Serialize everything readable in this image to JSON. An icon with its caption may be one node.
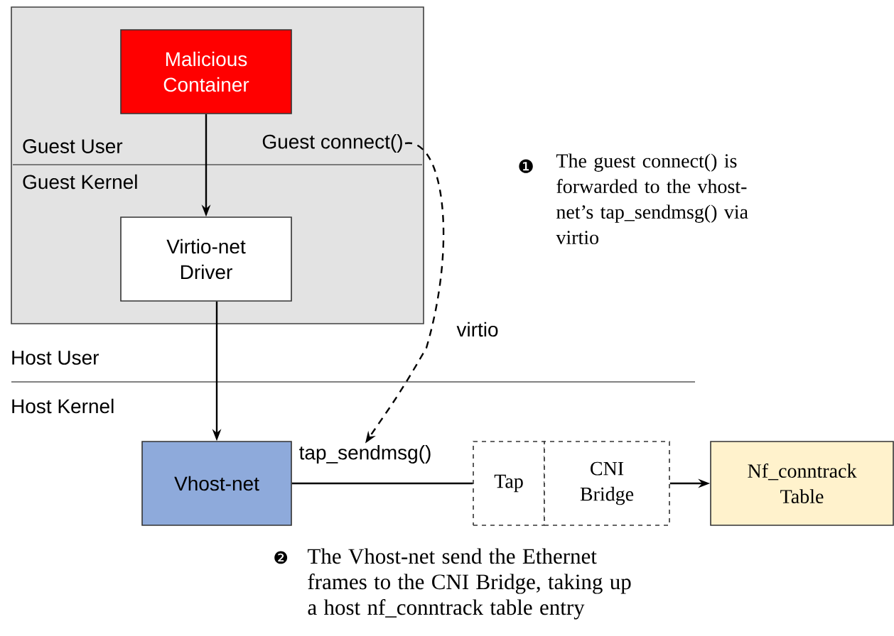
{
  "diagram": {
    "nodes": [
      {
        "text": [
          "Guest User",
          "Guest Kernel"
        ]
      },
      {
        "text": [
          "Malicious Container"
        ],
        "in": 0
      },
      {
        "text": [
          "Virtio-net Driver"
        ],
        "in": 0
      },
      {
        "text": [
          "Guest connect()"
        ],
        "in": 0
      },
      {
        "text": [
          "Vhost-net"
        ]
      },
      {
        "text": [
          "tap_sendmsg()"
        ]
      },
      {
        "text": [
          "Tap"
        ]
      },
      {
        "text": [
          "CNI Bridge"
        ]
      },
      {
        "text": [
          "Nf_conntrack Table"
        ]
      }
    ],
    "edges": [
      {
        "from": 1,
        "to": 2,
        "arrow": "to"
      },
      {
        "from": 2,
        "to": 4,
        "arrow": "to"
      },
      {
        "from": 3,
        "to": 5,
        "arrow": "to",
        "style": "dashed",
        "label": "virtio"
      },
      {
        "from": 4,
        "to": 6,
        "arrow": "none"
      },
      {
        "from": 7,
        "to": 8,
        "arrow": "to"
      }
    ],
    "labels": [
      "❶",
      "The guest connect() is forwarded to the vhost-net’s tap_sendmsg() via virtio",
      "Host User",
      "Host Kernel",
      "❷",
      "The Vhost-net send the Ethernet frames to the CNI Bridge, taking up a host nf_conntrack table entry"
    ]
  }
}
